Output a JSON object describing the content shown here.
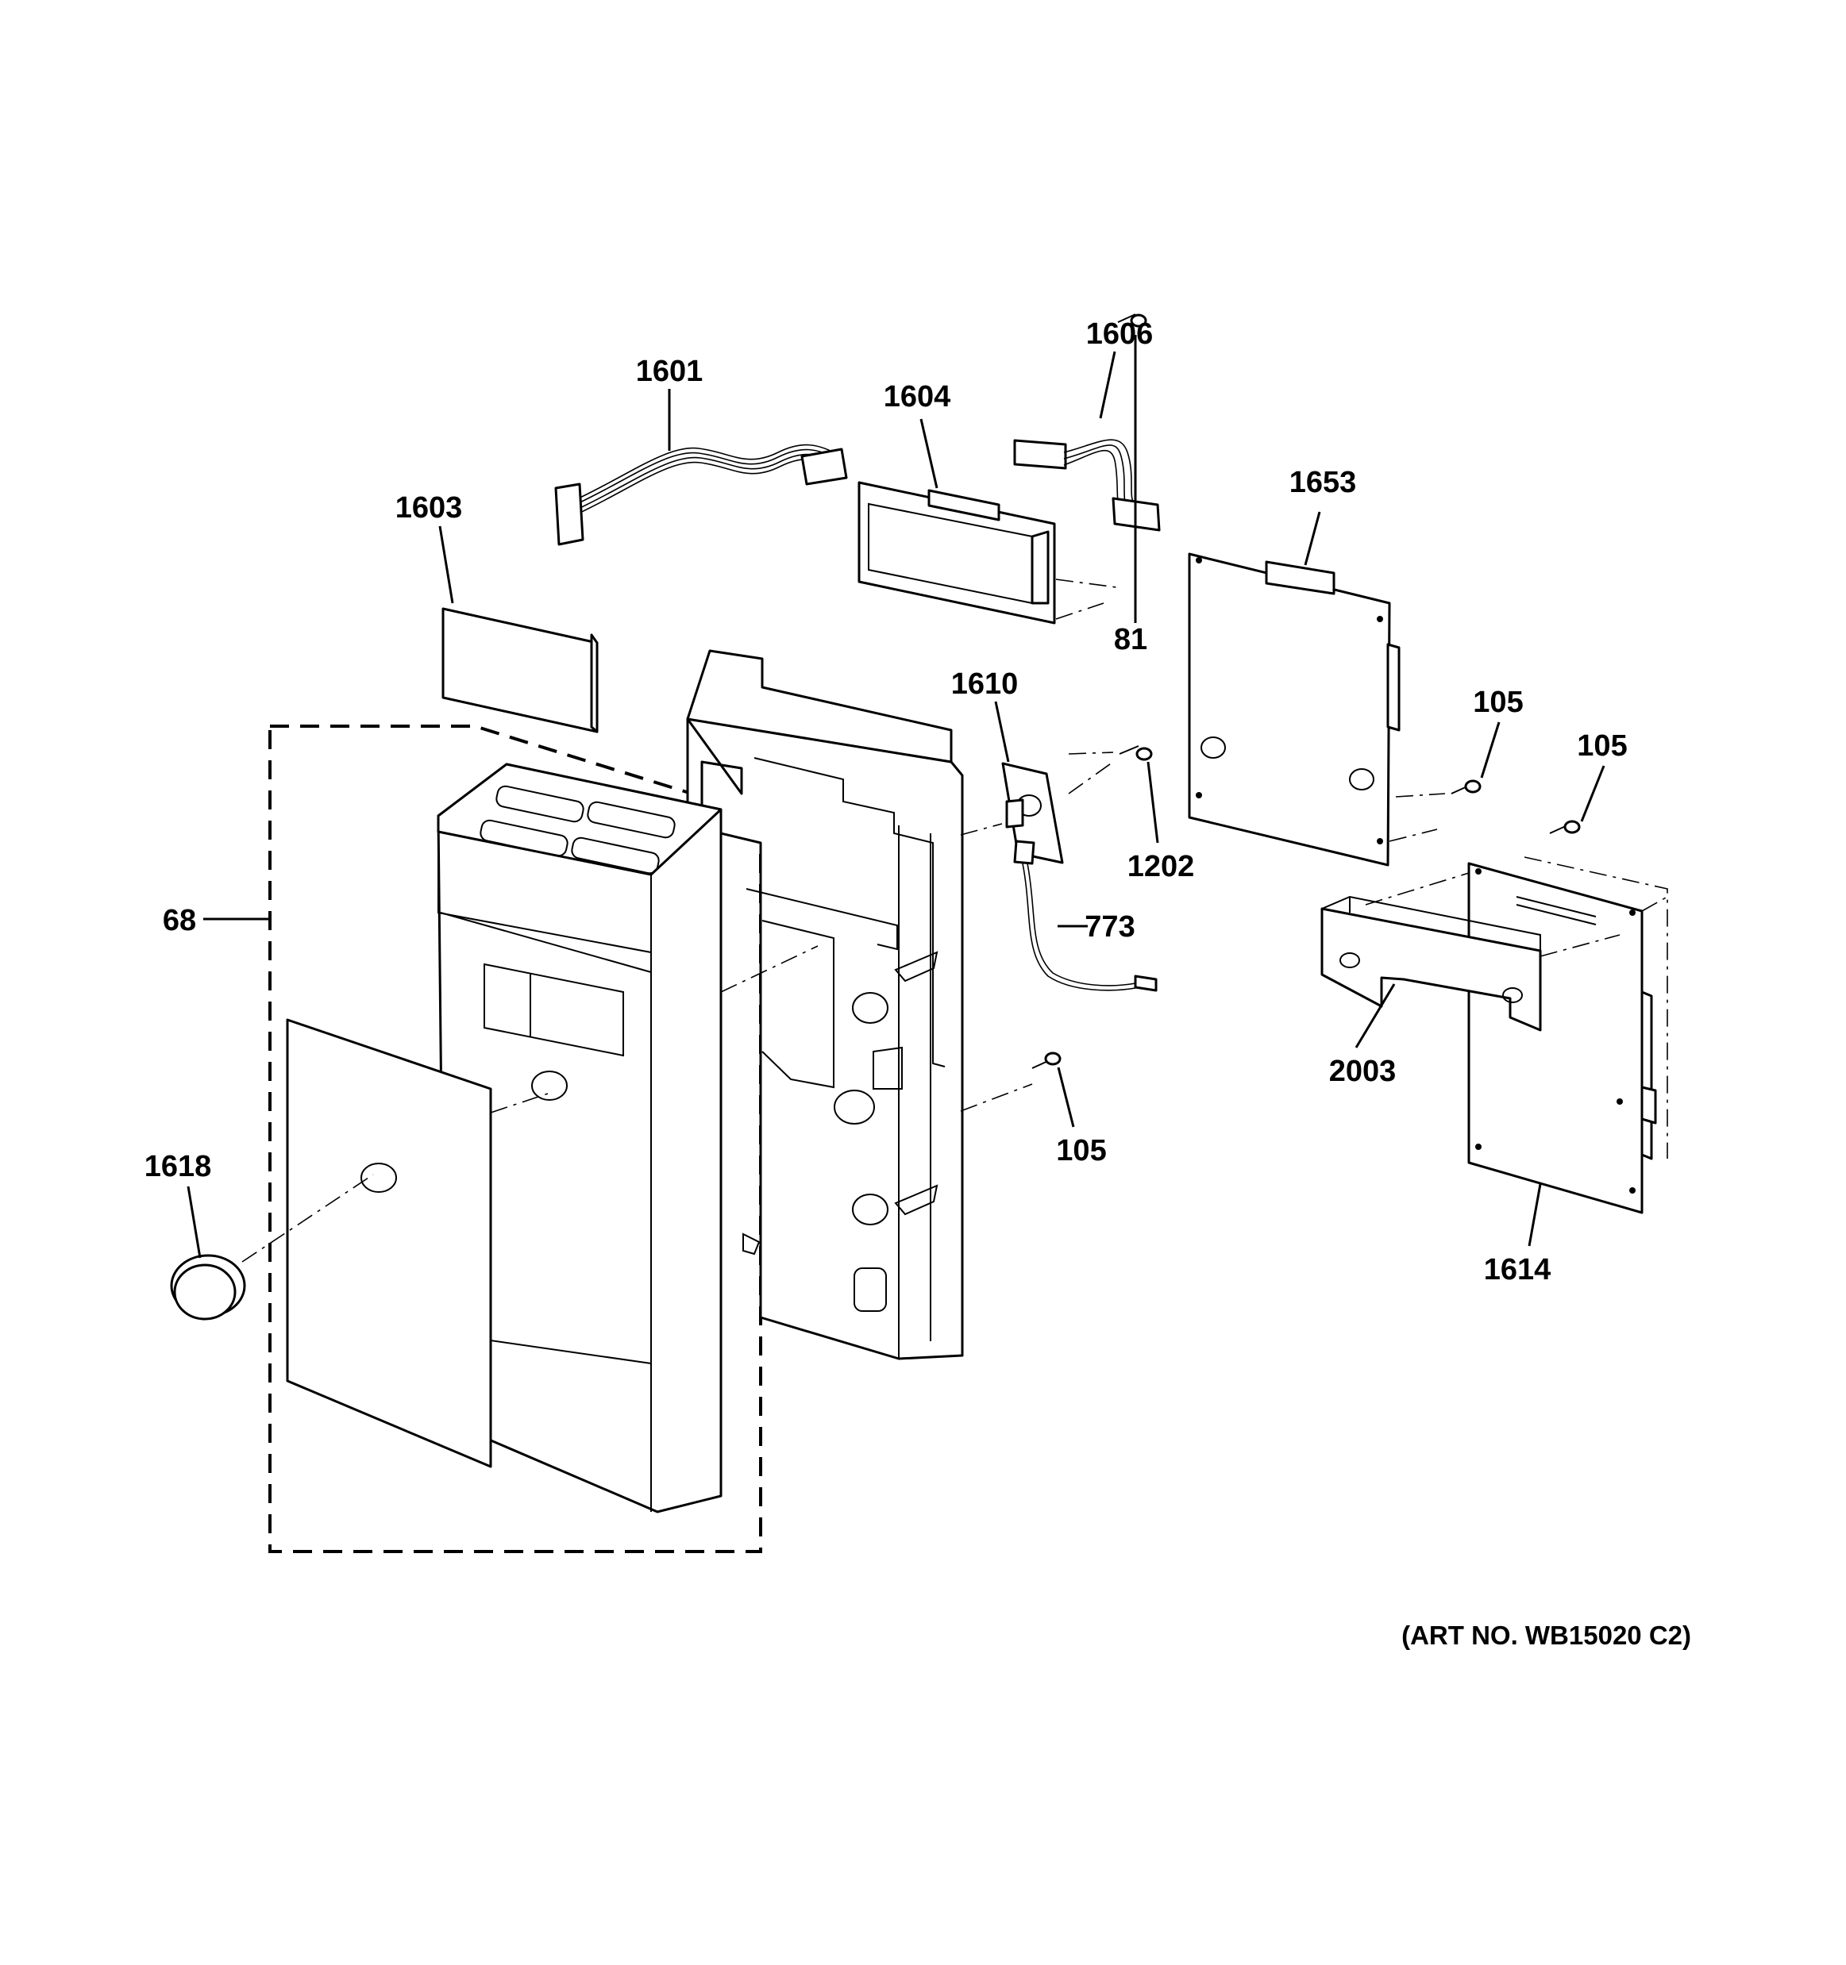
{
  "labels": {
    "p1601": "1601",
    "p1604": "1604",
    "p1606": "1606",
    "p1603": "1603",
    "p1653": "1653",
    "p81": "81",
    "p1610": "1610",
    "p105_a": "105",
    "p105_b": "105",
    "p105_c": "105",
    "p1202": "1202",
    "p68": "68",
    "p773": "773",
    "p2003": "2003",
    "p1618": "1618",
    "p1614": "1614"
  },
  "art_number": "(ART NO. WB15020 C2)",
  "colors": {
    "line": "#000000",
    "background": "#ffffff"
  }
}
